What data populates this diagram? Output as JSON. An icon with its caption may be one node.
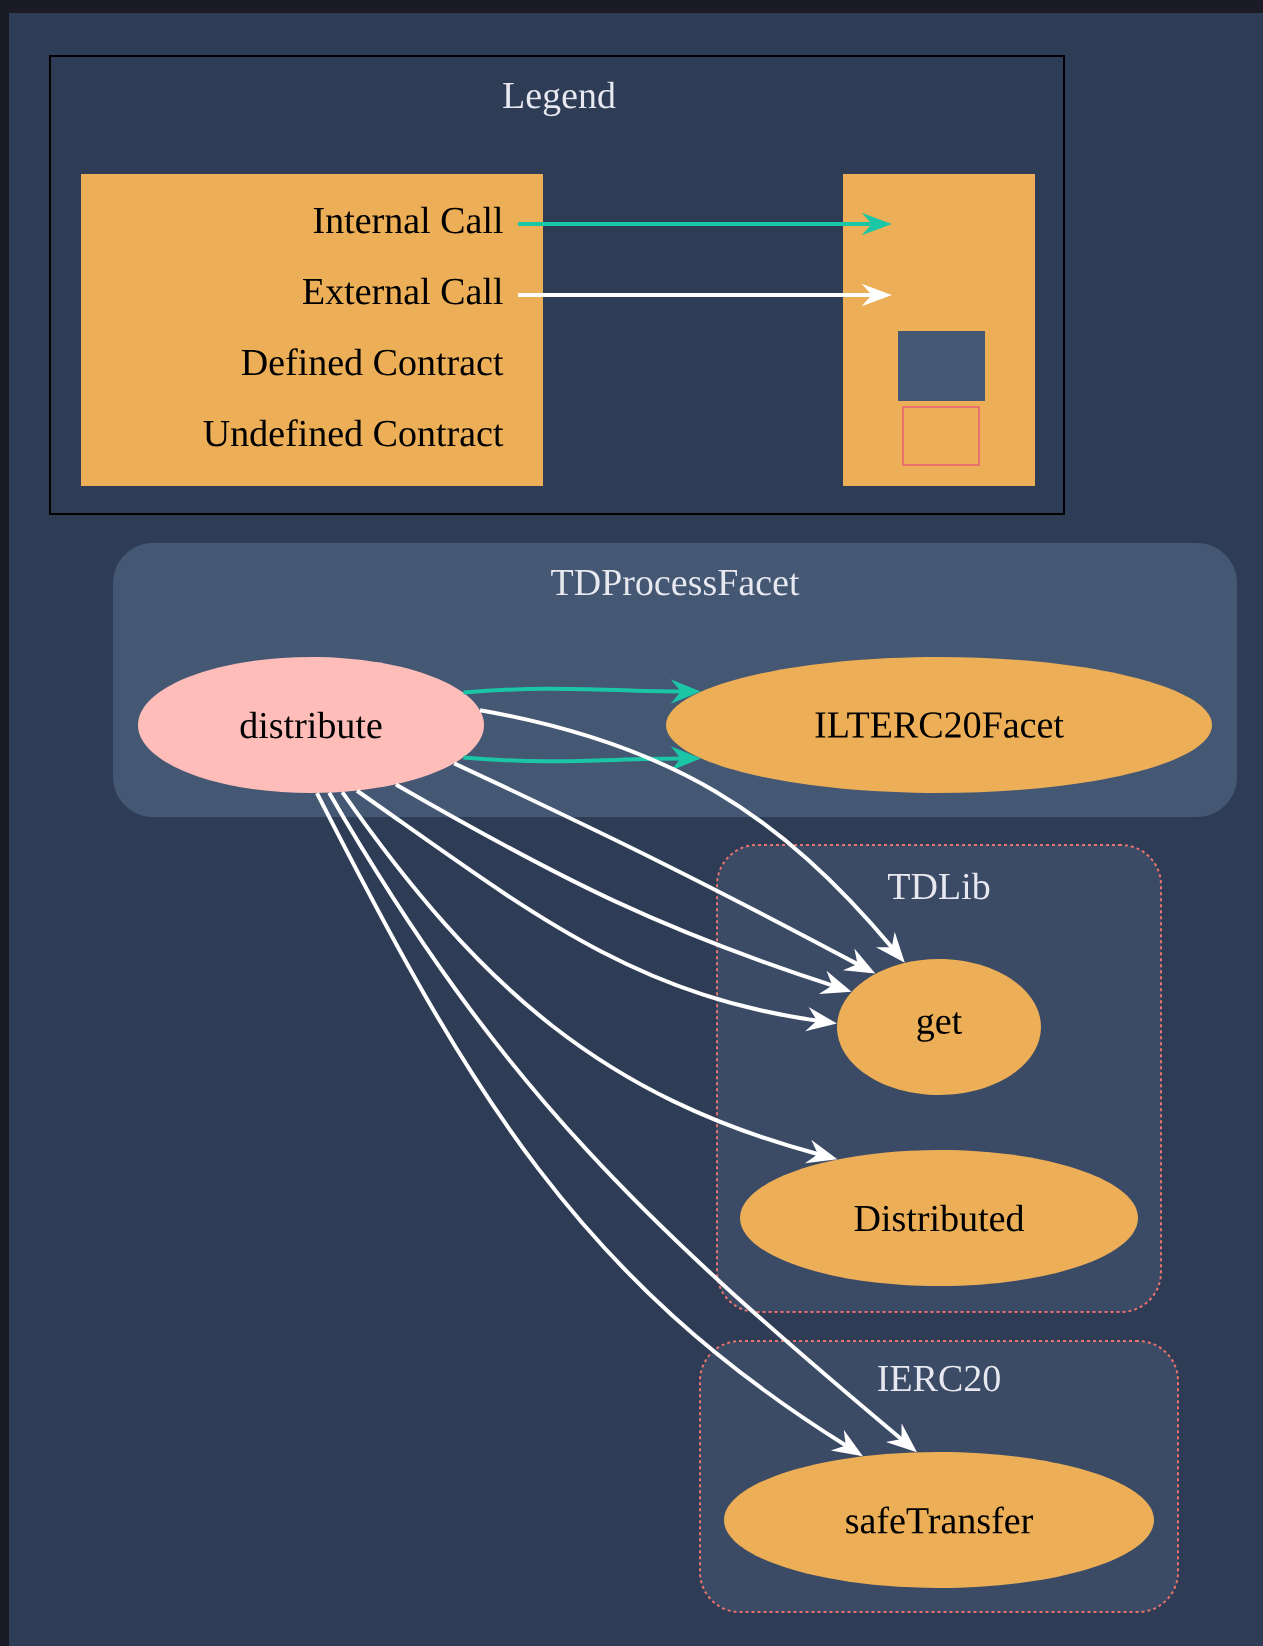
{
  "diagram": {
    "nodes": [
      {
        "text": [
          "TDProcessFacet"
        ]
      },
      {
        "text": [
          "distribute"
        ],
        "in": 0
      },
      {
        "text": [
          "ILTERC20Facet"
        ],
        "in": 0
      },
      {
        "text": [
          "TDLib"
        ]
      },
      {
        "text": [
          "get"
        ],
        "in": 3
      },
      {
        "text": [
          "Distributed"
        ],
        "in": 3
      },
      {
        "text": [
          "IERC20"
        ]
      },
      {
        "text": [
          "safeTransfer"
        ],
        "in": 6
      }
    ],
    "edges": [
      {
        "from": 1,
        "to": 2,
        "arrow": "to",
        "color": "#1bc6a6"
      },
      {
        "from": 1,
        "to": 2,
        "arrow": "to",
        "color": "#1bc6a6"
      },
      {
        "from": 1,
        "to": 4,
        "arrow": "to"
      },
      {
        "from": 1,
        "to": 4,
        "arrow": "to"
      },
      {
        "from": 1,
        "to": 4,
        "arrow": "to"
      },
      {
        "from": 1,
        "to": 4,
        "arrow": "to"
      },
      {
        "from": 1,
        "to": 5,
        "arrow": "to"
      },
      {
        "from": 1,
        "to": 7,
        "arrow": "to"
      },
      {
        "from": 1,
        "to": 7,
        "arrow": "to"
      }
    ],
    "labels": [
      "Legend"
    ],
    "legend": [
      {
        "text": "Internal Call"
      },
      {
        "text": "External Call"
      },
      {
        "text": "Defined Contract",
        "color": "#445773"
      },
      {
        "text": "Undefined Contract"
      }
    ]
  }
}
